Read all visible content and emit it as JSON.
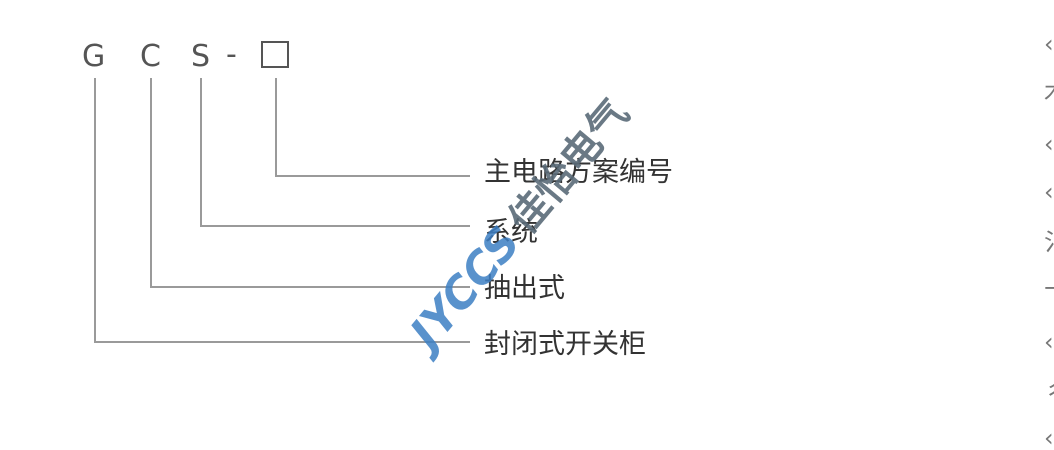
{
  "model_code": {
    "letters": [
      "G",
      "C",
      "S",
      "-"
    ],
    "placeholder_box": true
  },
  "labels": {
    "main_circuit": "主电路方案编号",
    "system": "系统",
    "drawout": "抽出式",
    "enclosed": "封闭式开关柜"
  },
  "watermark": {
    "logo": "JYCCS",
    "company": "佳怡电气"
  },
  "right_edge": {
    "glyphs": [
      "‹",
      "木",
      "‹",
      "‹",
      "氵",
      "十",
      "‹",
      "彳",
      "‹"
    ]
  },
  "colors": {
    "line": "#9a9a9a",
    "text": "#333333",
    "watermark_blue": "#3d7fc4"
  }
}
